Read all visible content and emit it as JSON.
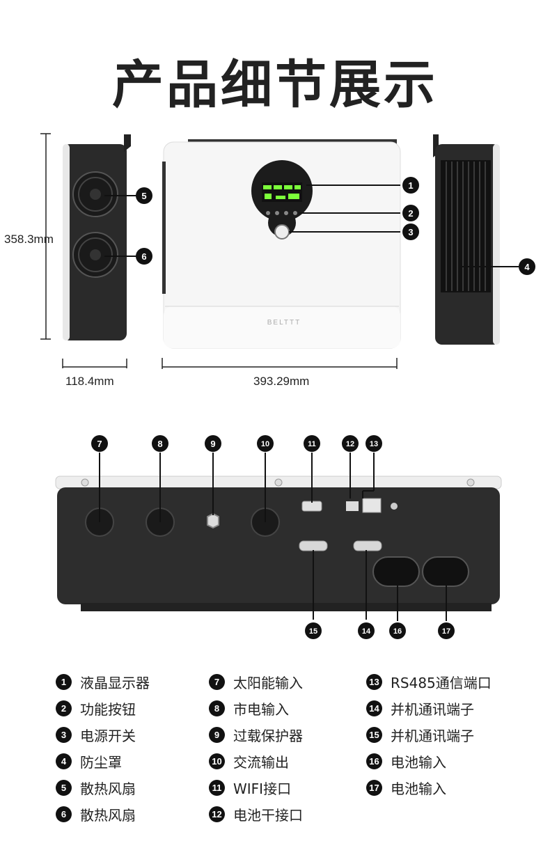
{
  "title": "产品细节展示",
  "dimensions": {
    "height": "358.3mm",
    "depth": "118.4mm",
    "width": "393.29mm"
  },
  "brand_logo": "BELTTT",
  "callouts": [
    "1",
    "2",
    "3",
    "4",
    "5",
    "6",
    "7",
    "8",
    "9",
    "10",
    "11",
    "12",
    "13",
    "14",
    "15",
    "16",
    "17"
  ],
  "legend": {
    "col1": [
      {
        "num": "1",
        "label": "液晶显示器"
      },
      {
        "num": "2",
        "label": "功能按钮"
      },
      {
        "num": "3",
        "label": "电源开关"
      },
      {
        "num": "4",
        "label": "防尘罩"
      },
      {
        "num": "5",
        "label": "散热风扇"
      },
      {
        "num": "6",
        "label": "散热风扇"
      }
    ],
    "col2": [
      {
        "num": "7",
        "label": "太阳能输入"
      },
      {
        "num": "8",
        "label": "市电输入"
      },
      {
        "num": "9",
        "label": "过载保护器"
      },
      {
        "num": "10",
        "label": "交流输出"
      },
      {
        "num": "11",
        "label": "WIFI接口"
      },
      {
        "num": "12",
        "label": "电池干接口"
      }
    ],
    "col3": [
      {
        "num": "13",
        "label": "RS485通信端口"
      },
      {
        "num": "14",
        "label": "并机通讯端子"
      },
      {
        "num": "15",
        "label": "并机通讯端子"
      },
      {
        "num": "16",
        "label": "电池输入"
      },
      {
        "num": "17",
        "label": "电池输入"
      }
    ]
  },
  "colors": {
    "device_body": "#f4f4f4",
    "device_dark": "#2a2a2a",
    "screen_green": "#7cff3a",
    "badge": "#111111"
  }
}
